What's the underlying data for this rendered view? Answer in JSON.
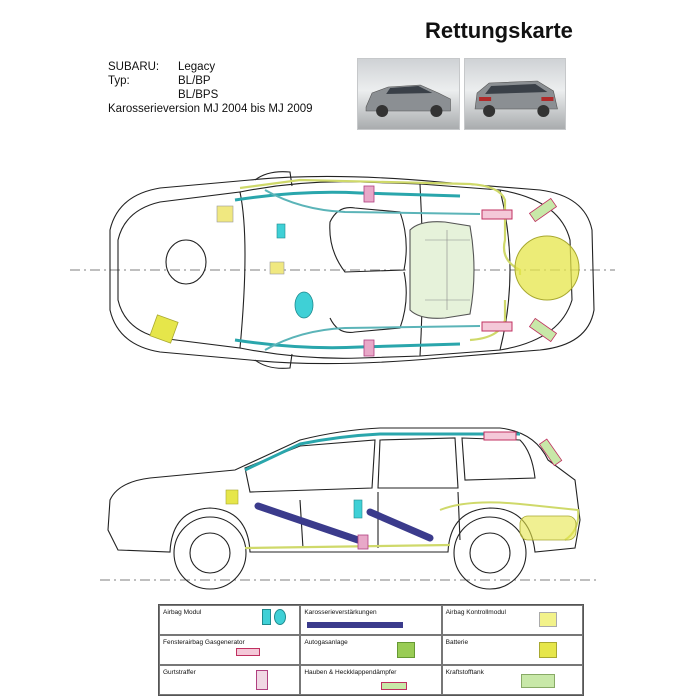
{
  "title": "Rettungskarte",
  "vehicle": {
    "make_label": "SUBARU:",
    "make_value": "Legacy",
    "type_label": "Typ:",
    "type_value_1": "BL/BP",
    "type_value_2": "BL/BPS",
    "body_version": "Karosserieversion MJ 2004 bis MJ 2009"
  },
  "colors": {
    "airbag": "#3fd0d6",
    "reinforcement": "#3b3b8c",
    "airbag_control": "#f2f28a",
    "gas_generator": "#e05080",
    "lpg": "#99cc55",
    "battery": "#e6e64a",
    "tensioner": "#d86aa8",
    "gas_strut": "#a8d070",
    "fuel_tank": "#c8e8a8"
  },
  "legend": [
    {
      "label": "Airbag Modul",
      "icon": "airbag-module-icon"
    },
    {
      "label": "Karosserieverstärkungen",
      "icon": "reinforcement-icon"
    },
    {
      "label": "Airbag Kontrollmodul",
      "icon": "airbag-control-icon"
    },
    {
      "label": "Fensterairbag Gasgenerator",
      "icon": "gas-generator-icon"
    },
    {
      "label": "Autogasanlage",
      "icon": "lpg-icon"
    },
    {
      "label": "Batterie",
      "icon": "battery-icon"
    },
    {
      "label": "Gurtstraffer",
      "icon": "belt-tensioner-icon"
    },
    {
      "label": "Hauben & Heckklappendämpfer",
      "icon": "gas-strut-icon"
    },
    {
      "label": "Kraftstofftank",
      "icon": "fuel-tank-icon"
    }
  ]
}
